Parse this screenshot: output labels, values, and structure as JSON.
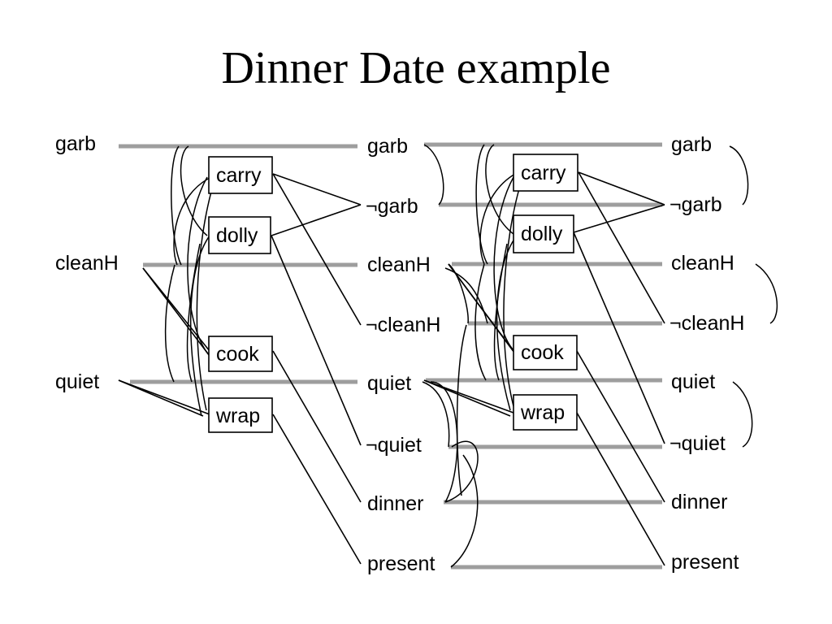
{
  "title": "Dinner Date example",
  "level0": {
    "props": [
      {
        "label": "garb"
      },
      {
        "label": "cleanH"
      },
      {
        "label": "quiet"
      }
    ]
  },
  "level1": {
    "actions": [
      {
        "label": "carry"
      },
      {
        "label": "dolly"
      },
      {
        "label": "cook"
      },
      {
        "label": "wrap"
      }
    ],
    "props": [
      {
        "label": "garb",
        "negated": false
      },
      {
        "label": "garb",
        "negated": true
      },
      {
        "label": "cleanH",
        "negated": false
      },
      {
        "label": "cleanH",
        "negated": true
      },
      {
        "label": "quiet",
        "negated": false
      },
      {
        "label": "quiet",
        "negated": true
      },
      {
        "label": "dinner",
        "negated": false
      },
      {
        "label": "present",
        "negated": false
      }
    ]
  },
  "level2": {
    "actions": [
      {
        "label": "carry"
      },
      {
        "label": "dolly"
      },
      {
        "label": "cook"
      },
      {
        "label": "wrap"
      }
    ],
    "props": [
      {
        "label": "garb",
        "negated": false
      },
      {
        "label": "garb",
        "negated": true
      },
      {
        "label": "cleanH",
        "negated": false
      },
      {
        "label": "cleanH",
        "negated": true
      },
      {
        "label": "quiet",
        "negated": false
      },
      {
        "label": "quiet",
        "negated": true
      },
      {
        "label": "dinner",
        "negated": false
      },
      {
        "label": "present",
        "negated": false
      }
    ]
  },
  "negation_symbol": "¬",
  "colors": {
    "persistence_bar": "#9e9e9e",
    "link": "#000000"
  }
}
